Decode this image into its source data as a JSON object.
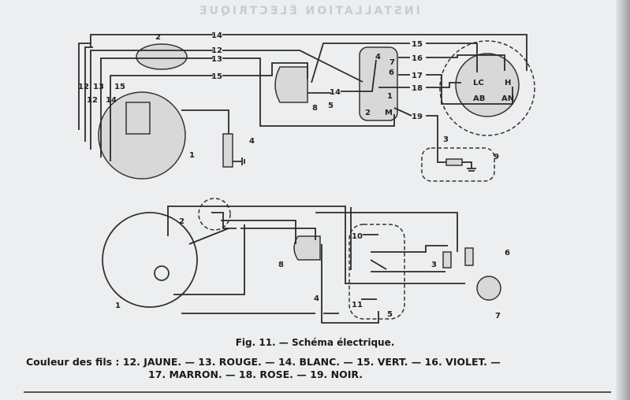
{
  "ghost_heading": "INSTALLATION ÉLECTRIQUE",
  "top_diagram": {
    "labels": {
      "w14a": "14",
      "w12a": "12",
      "w13a": "13",
      "w15a": "15",
      "w15b": "15",
      "w16": "16",
      "w17": "17",
      "w18": "18",
      "w19": "19",
      "w14b": "14",
      "v12": "12",
      "v13": "13",
      "v14": "14",
      "v15": "15",
      "v12b": "12",
      "p1": "1",
      "p2": "2",
      "p3": "3",
      "p4": "4",
      "p5": "5",
      "p8": "8",
      "p9": "9",
      "t1": "1",
      "t2": "2",
      "t4": "4",
      "t6": "6",
      "t7": "7",
      "tM": "M",
      "tLC": "LC",
      "tH": "H",
      "tAB": "AB",
      "tAN": "AN"
    }
  },
  "bottom_diagram": {
    "labels": {
      "p1": "1",
      "p2": "2",
      "p3": "3",
      "p4": "4",
      "p5": "5",
      "p6": "6",
      "p7": "7",
      "p8": "8",
      "p10": "10",
      "p11": "11"
    }
  },
  "caption": "Fig. 11. — Schéma électrique.",
  "wire_colors": {
    "title": "Couleur des fils :",
    "line1": "12. JAUNE. — 13. ROUGE. — 14. BLANC. — 15. VERT. — 16. VIOLET. —",
    "line2": "17. MARRON. — 18. ROSE. — 19. NOIR."
  }
}
